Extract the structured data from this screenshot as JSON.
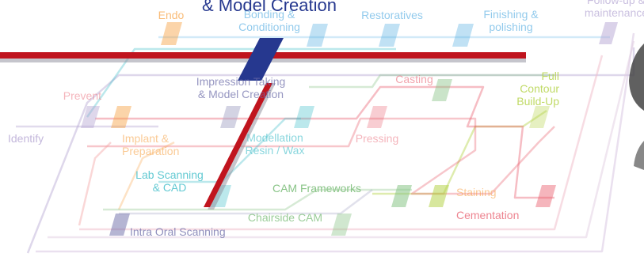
{
  "title": "& Model Creation",
  "stations": {
    "endo": "Endo",
    "bonding": "Bonding &\nConditioning",
    "restoratives": "Restoratives",
    "finishing": "Finishing &\npolishing",
    "followup": "Follow-up &\nmaintenance",
    "prevent": "Prevent",
    "impression": "Impression Taking\n& Model Creation",
    "casting": "Casting",
    "full_contour": "Full\nContour\nBuild-Up",
    "identify": "Identify",
    "implant": "Implant &\nPreparation",
    "modellation": "Modellation\nResin / Wax",
    "pressing": "Pressing",
    "lab_scanning": "Lab Scanning\n& CAD",
    "cam_frameworks": "CAM Frameworks",
    "staining": "Staining",
    "cementation": "Cementation",
    "chairside_cam": "Chairside CAM",
    "intra_oral": "Intra Oral Scanning"
  },
  "colors": {
    "red_line": "#c0141e",
    "blue_marker": "#26388f",
    "orange": "#f7a040",
    "pink": "#e85b6b",
    "teal": "#3bbcc8",
    "green": "#89c487",
    "lime": "#b6d44c",
    "lavender": "#b5a6d3",
    "blue": "#4aa8e0",
    "grey": "#a8a8c8"
  }
}
